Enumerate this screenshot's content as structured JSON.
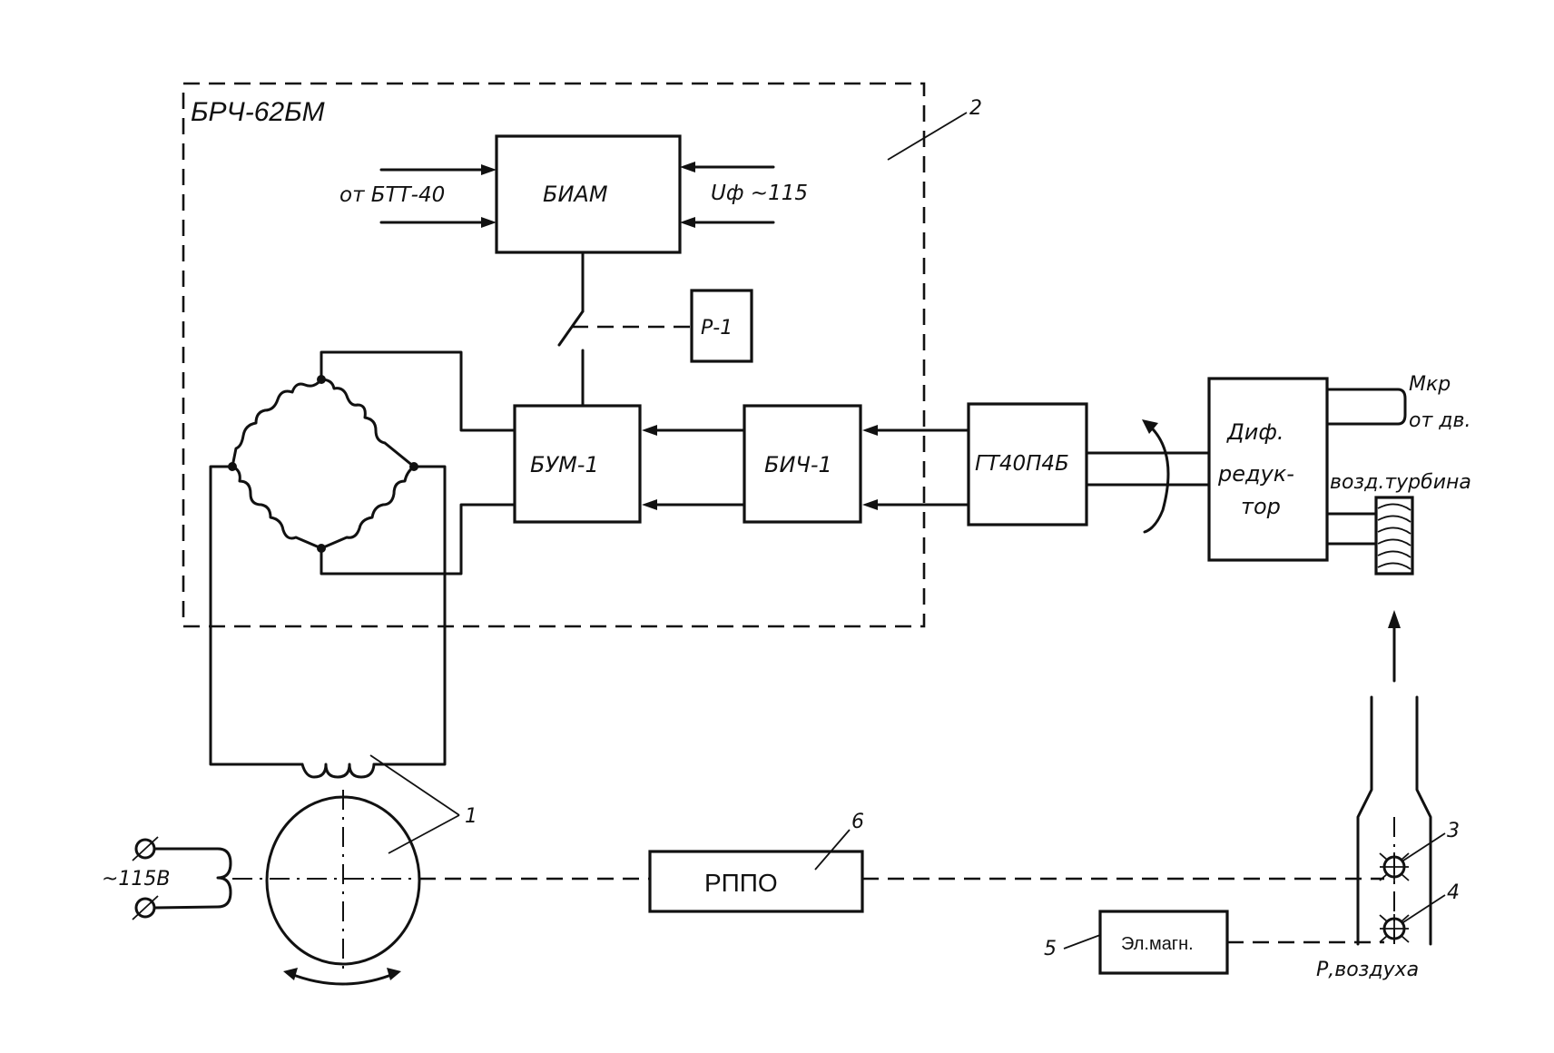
{
  "diagram": {
    "title": "БРЧ-62БМ",
    "blocks": {
      "biam": "БИАМ",
      "r1": "Р-1",
      "bum1": "БУМ-1",
      "bich1": "БИЧ-1",
      "gt40": "ГТ40П4Б",
      "dif_line1": "Диф.",
      "dif_line2": "редук-",
      "dif_line3": "тор",
      "rppo": "РППО",
      "elmagn": "Эл.магн."
    },
    "labels": {
      "ot_btt40": "от БТТ-40",
      "uf115": "Uф ~115",
      "mkr": "Мкр",
      "ot_dv": "от дв.",
      "vozd_turbina": "возд.турбина",
      "p_vozduha": "Р,воздуха",
      "v115": "~115В"
    },
    "callouts": [
      "1",
      "2",
      "3",
      "4",
      "5",
      "6"
    ]
  }
}
